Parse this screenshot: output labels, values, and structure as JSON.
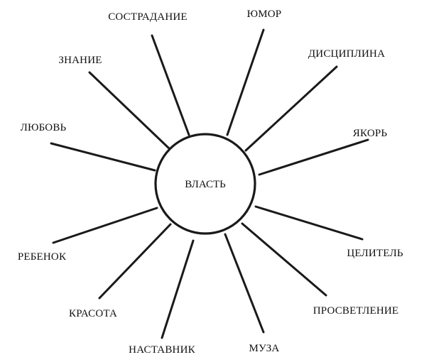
{
  "diagram": {
    "center_label": "ВЛАСТЬ",
    "spokes": [
      {
        "id": "compassion",
        "label": "СОСТРАДАНИЕ"
      },
      {
        "id": "humor",
        "label": "ЮМОР"
      },
      {
        "id": "discipline",
        "label": "ДИСЦИПЛИНА"
      },
      {
        "id": "anchor",
        "label": "ЯКОРЬ"
      },
      {
        "id": "healer",
        "label": "ЦЕЛИТЕЛЬ"
      },
      {
        "id": "enlightenment",
        "label": "ПРОСВЕТЛЕНИЕ"
      },
      {
        "id": "muse",
        "label": "МУЗА"
      },
      {
        "id": "mentor",
        "label": "НАСТАВНИК"
      },
      {
        "id": "beauty",
        "label": "КРАСОТА"
      },
      {
        "id": "child",
        "label": "РЕБЕНОК"
      },
      {
        "id": "love",
        "label": "ЛЮБОВЬ"
      },
      {
        "id": "knowledge",
        "label": "ЗНАНИЕ"
      }
    ]
  }
}
